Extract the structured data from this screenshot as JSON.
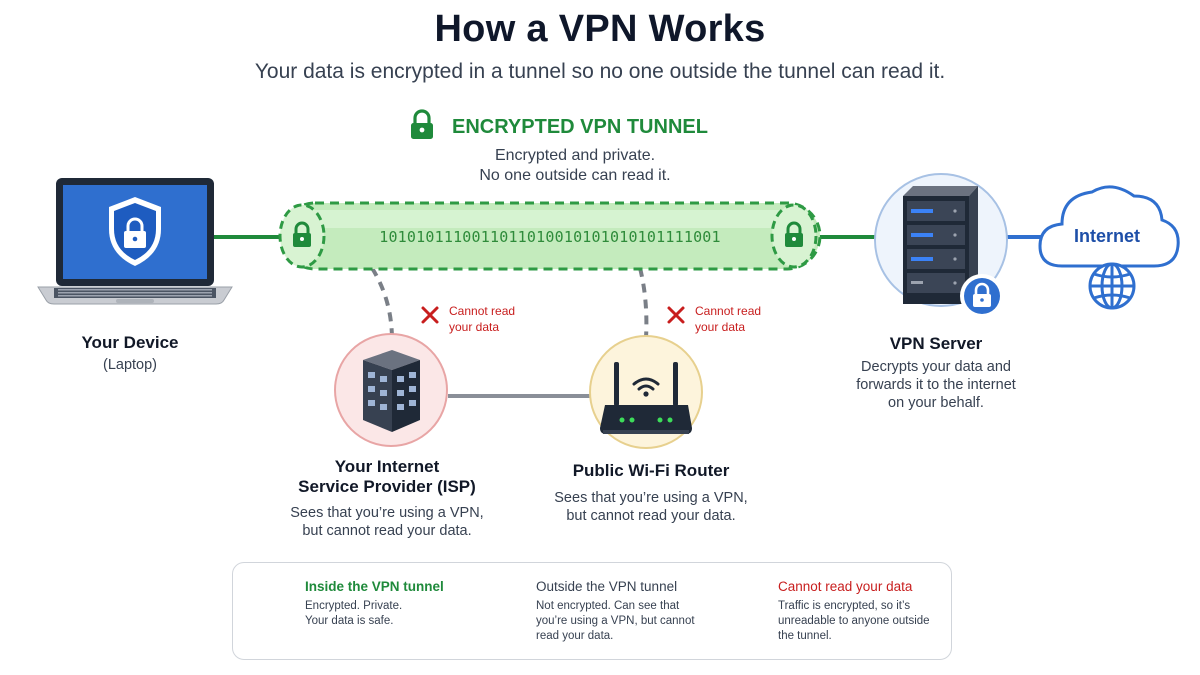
{
  "title": "How a VPN Works",
  "subtitle": "Your data is encrypted in a tunnel so no one outside the tunnel can read it.",
  "tunnel": {
    "heading": "ENCRYPTED VPN TUNNEL",
    "desc_line1": "Encrypted and private.",
    "desc_line2": "No one outside can read it.",
    "binary": "10101011100110110100101010101011110 01",
    "binary_text": "1010101110011011010010101010101111001"
  },
  "nodes": {
    "device": {
      "name": "Your Device",
      "sub": "(Laptop)"
    },
    "isp": {
      "name_line1": "Your Internet",
      "name_line2": "Service Provider (ISP)",
      "desc_line1": "Sees that you’re using a VPN,",
      "desc_line2": "but cannot read your data."
    },
    "router": {
      "name": "Public Wi-Fi Router",
      "desc_line1": "Sees that you’re using a VPN,",
      "desc_line2": "but cannot read your data."
    },
    "server": {
      "name": "VPN Server",
      "desc_line1": "Decrypts your data and",
      "desc_line2": "forwards it to the internet",
      "desc_line3": "on your behalf."
    },
    "internet": {
      "name": "Internet"
    }
  },
  "cannot_read": {
    "line1": "Cannot read",
    "line2": "your data"
  },
  "legend": {
    "inside": {
      "title": "Inside the VPN tunnel",
      "line1": "Encrypted. Private.",
      "line2": "Your data is safe."
    },
    "outside": {
      "title": "Outside the VPN tunnel",
      "line1": "Not encrypted. Can see that",
      "line2": "you’re using a VPN, but cannot",
      "line3": "read your data."
    },
    "cannot": {
      "title": "Cannot read your data",
      "line1": "Traffic is encrypted, so it’s",
      "line2": "unreadable to anyone outside",
      "line3": "the tunnel."
    }
  },
  "colors": {
    "green": "#1f8a3b",
    "tunnel_fill": "#bfe8b8",
    "blue": "#2f6fcf",
    "red": "#c81e1e",
    "gray_dash": "#6b7280"
  }
}
